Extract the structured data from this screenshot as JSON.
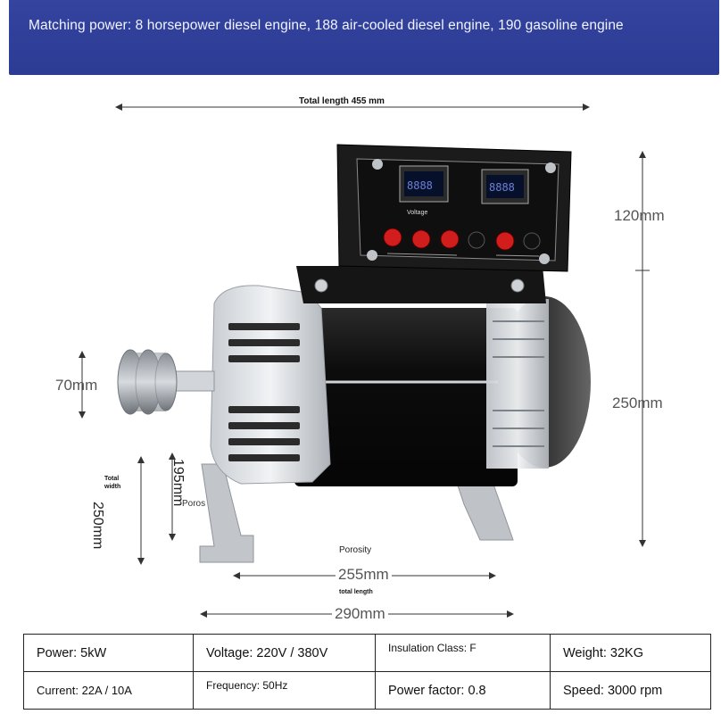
{
  "banner": {
    "text": "Matching power: 8 horsepower diesel engine, 188 air-cooled diesel engine, 190 gasoline engine",
    "color": "#2f3f9a"
  },
  "dimensions": {
    "total_length": "Total length 455 mm",
    "box_height": "120mm",
    "body_height": "250mm",
    "shaft_diameter": "70mm",
    "total_width_label": "Total width",
    "total_width_value": "250mm",
    "foot_height": "195mm",
    "porosity_short": "Poros",
    "porosity": "Porosity",
    "hole_spacing": "255mm",
    "base_length_label": "total length",
    "base_length": "290mm"
  },
  "panel": {
    "meter1_label": "Voltage",
    "meter1_reading": "8888",
    "meter2_reading": "8888"
  },
  "specs": {
    "power": "Power: 5kW",
    "voltage": "Voltage: 220V / 380V",
    "insulation": "Insulation Class: F",
    "weight": "Weight: 32KG",
    "current": "Current: 22A / 10A",
    "frequency": "Frequency: 50Hz",
    "power_factor": "Power factor: 0.8",
    "speed": "Speed: 3000 rpm"
  }
}
